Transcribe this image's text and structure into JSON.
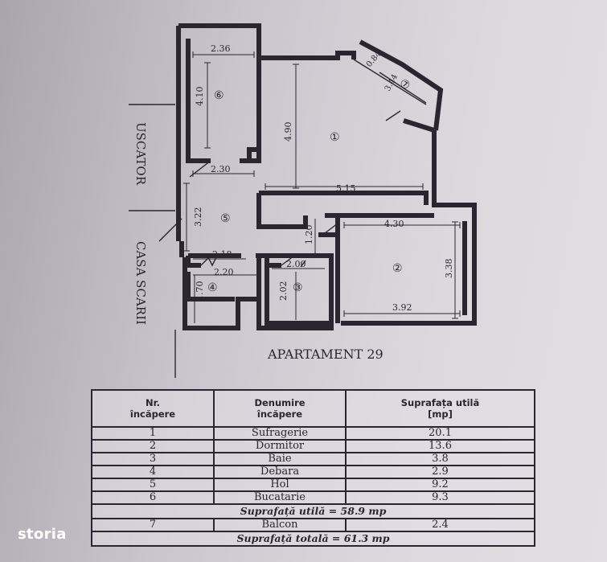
{
  "plan": {
    "title": "APARTAMENT 29",
    "side_label_top": "USCATOR",
    "side_label_bottom": "CASA SCARII",
    "room_numbers": [
      "①",
      "②",
      "③",
      "④",
      "⑤",
      "⑥",
      "⑦"
    ],
    "dimensions": {
      "d236": "2.36",
      "d410": "4.10",
      "d490": "4.90",
      "d084": "0.84",
      "d344": "3.44",
      "d230": "2.30",
      "d515": "5.15",
      "d322": "3.22",
      "d120": "1.20",
      "d430": "4.30",
      "d338": "3.38",
      "d218": "2.18",
      "d220": "2.20",
      "d200": "2.00",
      "d202": "2.02",
      "d170": "1.70",
      "d392": "3.92"
    }
  },
  "table": {
    "headers": {
      "nr_line1": "Nr.",
      "nr_line2": "încăpere",
      "name_line1": "Denumire",
      "name_line2": "încăpere",
      "area_line1": "Suprafața utilă",
      "area_line2": "[mp]"
    },
    "rows": [
      {
        "nr": "1",
        "name": "Sufragerie",
        "area": "20.1"
      },
      {
        "nr": "2",
        "name": "Dormitor",
        "area": "13.6"
      },
      {
        "nr": "3",
        "name": "Baie",
        "area": "3.8"
      },
      {
        "nr": "4",
        "name": "Debara",
        "area": "2.9"
      },
      {
        "nr": "5",
        "name": "Hol",
        "area": "9.2"
      },
      {
        "nr": "6",
        "name": "Bucatarie",
        "area": "9.3"
      }
    ],
    "useful_total": "Suprafață utilă = 58.9 mp",
    "balcony": {
      "nr": "7",
      "name": "Balcon",
      "area": "2.4"
    },
    "grand_total": "Suprafață totală = 61.3 mp"
  },
  "brand": "storia"
}
